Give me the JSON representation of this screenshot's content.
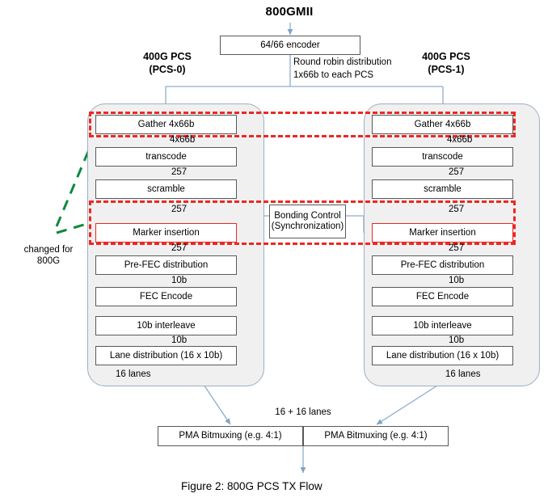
{
  "figure": {
    "caption": "Figure 2: 800G PCS TX Flow",
    "top_title": "800GMII",
    "accent_red": "#ee2722",
    "accent_green": "#0f8a3c",
    "accent_blue": "#8fadc9",
    "container_fill": "#f0f0f0"
  },
  "top": {
    "encoder_label": "64/66 encoder",
    "distribution_note_line1": "Round robin distribution",
    "distribution_note_line2": "1x66b to each PCS"
  },
  "annotations": {
    "changed_line1": "changed for",
    "changed_line2": "800G",
    "bonding_line1": "Bonding Control",
    "bonding_line2": "(Synchronization)",
    "lanes_combined": "16 + 16 lanes"
  },
  "pcs": [
    {
      "id": "pcs-0",
      "header_line1": "400G PCS",
      "header_line2": "(PCS-0)",
      "footer": "16 lanes",
      "stages": [
        {
          "label": "Gather 4x66b",
          "out": "4x66b",
          "highlight": true
        },
        {
          "label": "transcode",
          "out": "257",
          "highlight": false
        },
        {
          "label": "scramble",
          "out": "257",
          "highlight": false
        },
        {
          "label": "Marker insertion",
          "out": "257",
          "highlight": true
        },
        {
          "label": "Pre-FEC distribution",
          "out": "10b",
          "highlight": false
        },
        {
          "label": "FEC Encode",
          "out": "",
          "highlight": false
        },
        {
          "label": "10b interleave",
          "out": "10b",
          "highlight": false
        },
        {
          "label": "Lane distribution  (16 x 10b)",
          "out": "",
          "highlight": false
        }
      ]
    },
    {
      "id": "pcs-1",
      "header_line1": "400G PCS",
      "header_line2": "(PCS-1)",
      "footer": "16 lanes",
      "stages": [
        {
          "label": "Gather 4x66b",
          "out": "4x66b",
          "highlight": true
        },
        {
          "label": "transcode",
          "out": "257",
          "highlight": false
        },
        {
          "label": "scramble",
          "out": "257",
          "highlight": false
        },
        {
          "label": "Marker insertion",
          "out": "257",
          "highlight": true
        },
        {
          "label": "Pre-FEC distribution",
          "out": "10b",
          "highlight": false
        },
        {
          "label": "FEC Encode",
          "out": "",
          "highlight": false
        },
        {
          "label": "10b interleave",
          "out": "10b",
          "highlight": false
        },
        {
          "label": "Lane distribution  (16 x 10b)",
          "out": "",
          "highlight": false
        }
      ]
    }
  ],
  "pma": [
    {
      "label": "PMA Bitmuxing  (e.g. 4:1)"
    },
    {
      "label": "PMA Bitmuxing  (e.g. 4:1)"
    }
  ]
}
